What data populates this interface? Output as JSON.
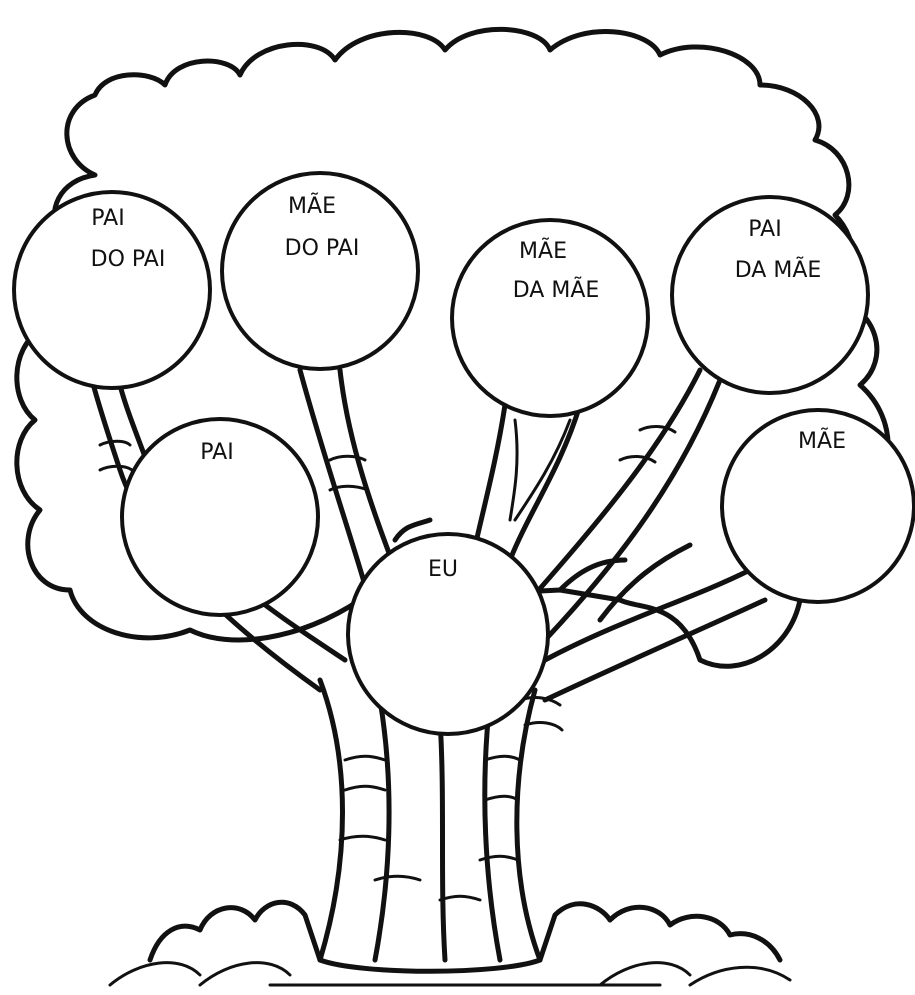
{
  "tree": {
    "nodes": {
      "pai_do_pai": [
        "PAI",
        "DO PAI"
      ],
      "mae_do_pai": [
        "MÃE",
        "DO PAI"
      ],
      "mae_da_mae": [
        "MÃE",
        "DA MÃE"
      ],
      "pai_da_mae": [
        "PAI",
        "DA MÃE"
      ],
      "pai": [
        "PAI"
      ],
      "mae": [
        "MÃE"
      ],
      "eu": [
        "EU"
      ]
    }
  },
  "colors": {
    "ink": "#111111",
    "paper": "#ffffff"
  }
}
